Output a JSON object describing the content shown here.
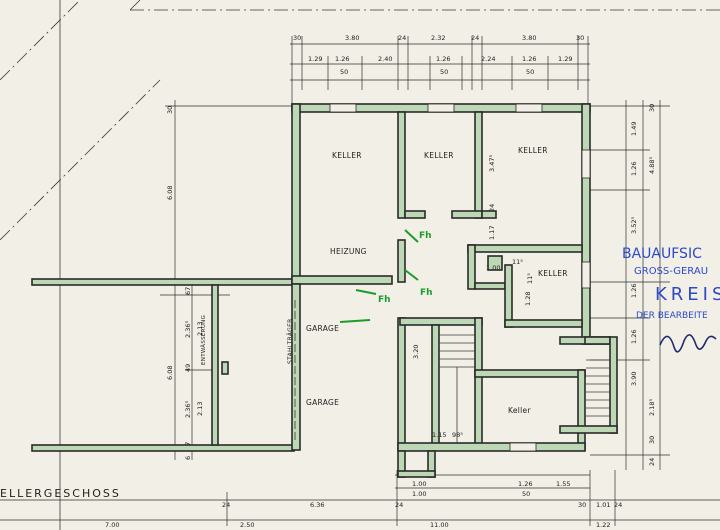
{
  "rooms": {
    "keller_a": "KELLER",
    "keller_b": "KELLER",
    "keller_c": "KELLER",
    "heizung": "HEIZUNG",
    "keller_small": "KELLER",
    "garage_a": "GARAGE",
    "garage_b": "GARAGE",
    "keller_bottom": "Keller",
    "stahltraeger": "STAHLTRÄGER",
    "entwaesserung": "ENTWÄSSERUNG"
  },
  "title": "ELLERGESCHOSS",
  "stamp": {
    "line1": "BAUAUFSIC",
    "line2": "GROSS-GERAU",
    "line3": "KREIS",
    "line4": "DER BEARBEITE"
  },
  "annotations": {
    "fh1": "Fh",
    "fh2": "Fh",
    "fh3": "Fh"
  },
  "dims": {
    "top_row1": [
      "30",
      "3.80",
      "24",
      "2.32",
      "24",
      "3.80",
      "30"
    ],
    "top_row2": [
      "1.29",
      "1.26",
      "2.40",
      "1.26",
      "2.24",
      "1.26",
      "1.29"
    ],
    "top_row2_sub": [
      "50",
      "50",
      "50"
    ],
    "left_total": "6.08",
    "left_top": "30",
    "left_garage_a": "6.08",
    "left_g1": "2.36⁵",
    "left_g2": "2.13",
    "left_g3": "49",
    "left_g4": "2.36⁵",
    "left_g5": "2.13",
    "left_g6": "67",
    "left_g7": "67",
    "left_g8": "6",
    "left_g9": "6",
    "right_1": "1.49",
    "right_2": "1.26",
    "right_3": "3.52⁵",
    "right_4": "4.88⁵",
    "right_5": "30",
    "right_6": "1.26",
    "right_7": "1.26",
    "right_8": "3.90",
    "right_9": "2.18⁵",
    "right_10": "30",
    "right_11": "24",
    "inner_1": "3.47⁵",
    "inner_2": "24",
    "inner_3": "1.17",
    "inner_4": "1.00",
    "inner_5": "1.28",
    "inner_6": "3.20",
    "inner_7": "1.15",
    "inner_8": "98⁵",
    "inner_9": "11⁵",
    "inner_10": "11⁵",
    "bottom_r1": [
      "1.00",
      "1.26",
      "1.55"
    ],
    "bottom_r1_sub": [
      "1.00",
      "50"
    ],
    "bottom_r2": [
      "24",
      "6.36",
      "24",
      "30",
      "1.01",
      "24"
    ],
    "bottom_r3": [
      "7.00",
      "2.50",
      "11.00",
      "1.22"
    ]
  }
}
